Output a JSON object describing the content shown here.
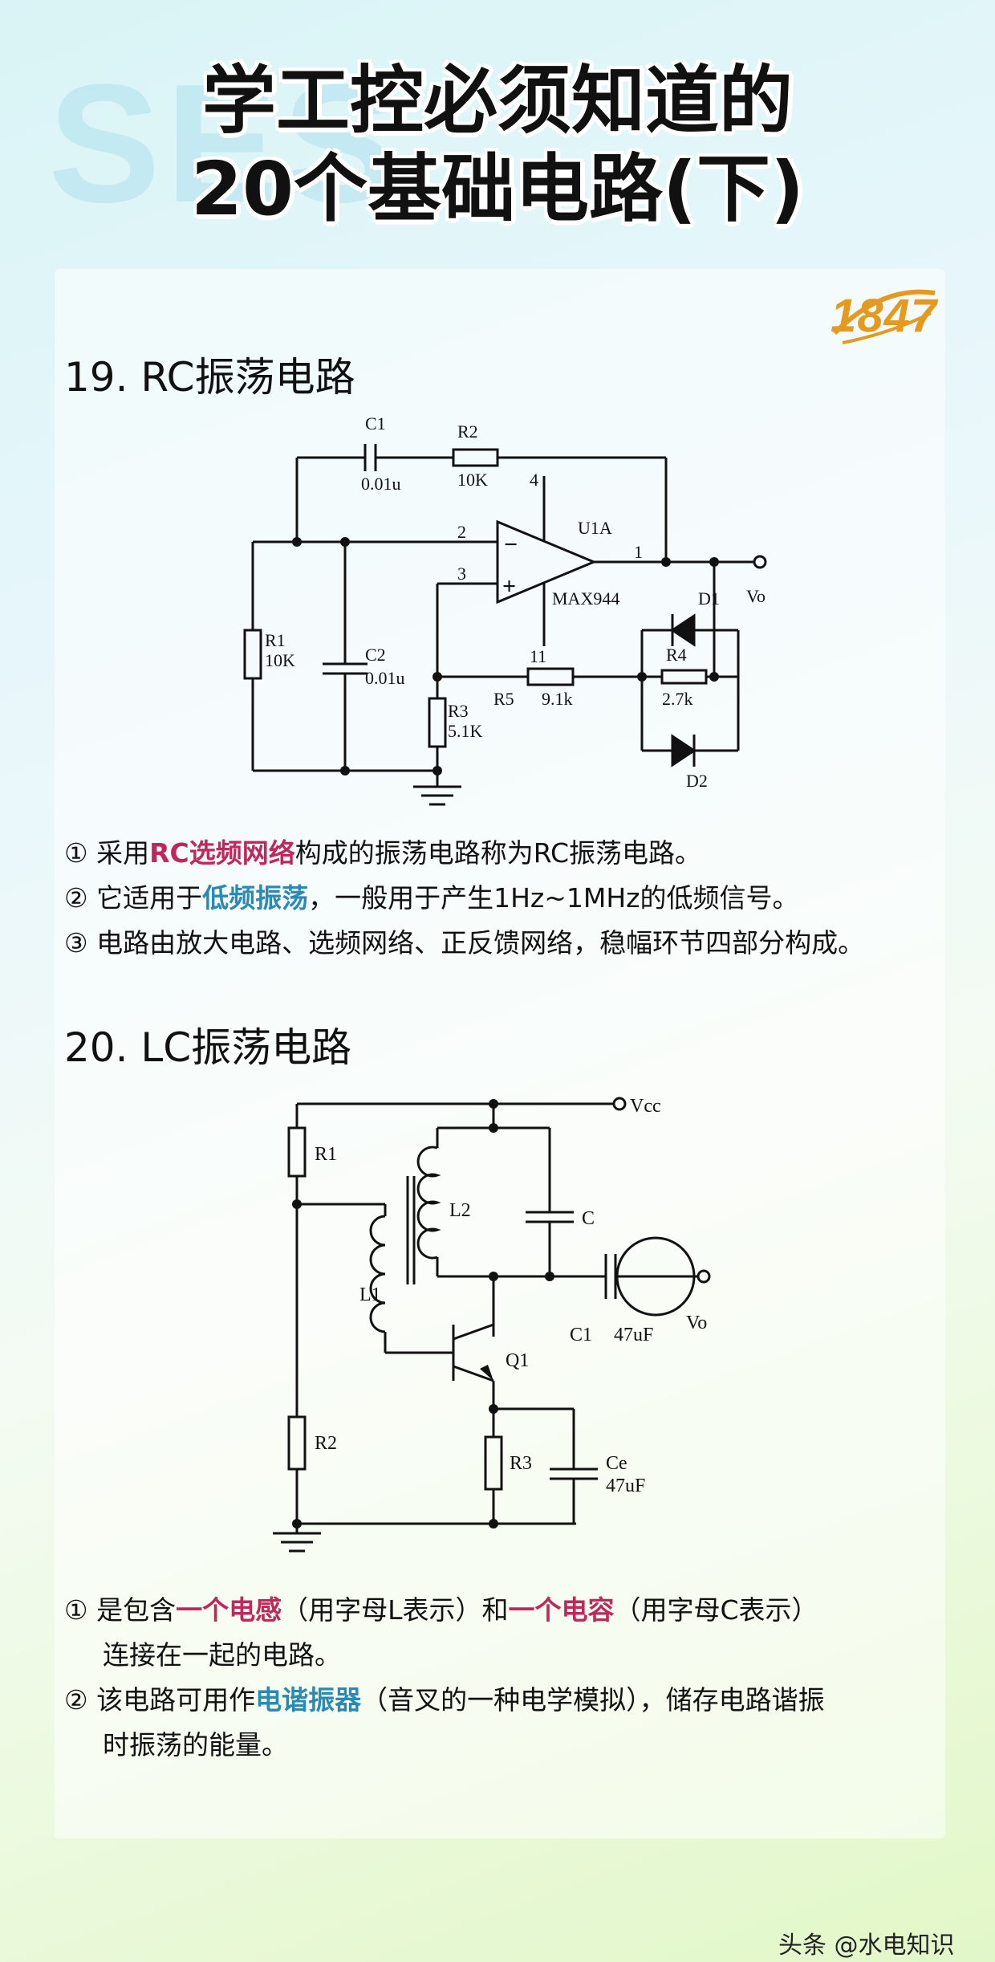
{
  "header": {
    "bg_letters": "SES",
    "title_line1": "学工控必须知道的",
    "title_line2": "20个基础电路(下)",
    "logo": "1847"
  },
  "section19": {
    "title": "19. RC振荡电路",
    "circuit_labels": {
      "c1": "C1",
      "c1_val": "0.01u",
      "r2": "R2",
      "r2_val": "10K",
      "pin4": "4",
      "u1a": "U1A",
      "pin2": "2",
      "pin3": "3",
      "pin1": "1",
      "pin11": "11",
      "chip": "MAX944",
      "vo": "Vo",
      "d1": "D1",
      "d2": "D2",
      "r4": "R4",
      "r4_val": "2.7k",
      "r5": "R5",
      "r5_val": "9.1k",
      "r1": "R1",
      "r1_val": "10K",
      "c2": "C2",
      "c2_val": "0.01u",
      "r3": "R3",
      "r3_val": "5.1K",
      "minus": "−",
      "plus": "+"
    },
    "bullets": [
      {
        "num": "①",
        "pre": " 采用",
        "hl": "RC选频网络",
        "post": "构成的振荡电路称为RC振荡电路。"
      },
      {
        "num": "②",
        "pre": " 它适用于",
        "hl": "低频振荡",
        "post": "，一般用于产生1Hz~1MHz的低频信号。"
      },
      {
        "num": "③",
        "pre": " 电路由放大电路、选频网络、正反馈网络，稳幅环节四部分构成。",
        "hl": "",
        "post": ""
      }
    ]
  },
  "section20": {
    "title": "20. LC振荡电路",
    "circuit_labels": {
      "vcc": "Vcc",
      "r1": "R1",
      "l2": "L2",
      "c": "C",
      "l1": "L1",
      "c1": "C1",
      "c1_val": "47uF",
      "vo": "Vo",
      "q1": "Q1",
      "r2": "R2",
      "r3": "R3",
      "ce": "Ce",
      "ce_val": "47uF"
    },
    "bullets": [
      {
        "num": "①",
        "pre": " 是包含",
        "hl1": "一个电感",
        "mid": "（用字母L表示）和",
        "hl2": "一个电容",
        "post": "（用字母C表示）",
        "cont": "连接在一起的电路。"
      },
      {
        "num": "②",
        "pre": " 该电路可用作",
        "hl": "电谐振器",
        "post": "（音叉的一种电学模拟），储存电路谐振",
        "cont": "时振荡的能量。"
      }
    ]
  },
  "footer": {
    "text": "头条 @水电知识"
  },
  "colors": {
    "accent_red": "#c0275a",
    "accent_blue": "#2b8ab3",
    "logo": "#e59a1f"
  }
}
